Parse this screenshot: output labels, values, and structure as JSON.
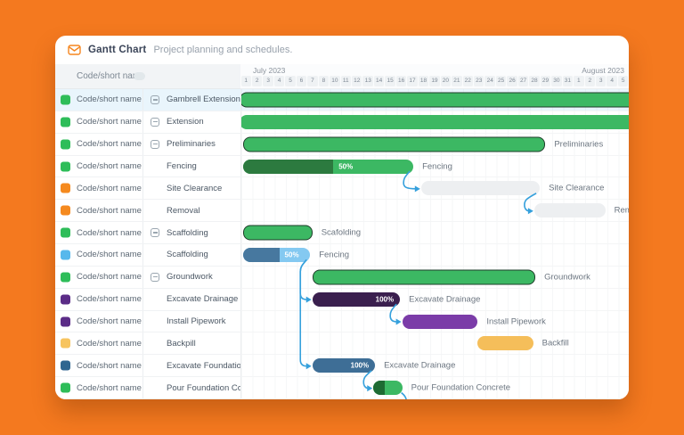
{
  "app": {
    "title": "Gantt Chart",
    "subtitle": "Project planning and schedules.",
    "icon": "envelope-icon"
  },
  "panel": {
    "column_header": "Code/short name",
    "code_label": "Code/short name"
  },
  "timeline": {
    "months": [
      "July 2023",
      "August 2023"
    ],
    "days": [
      "1",
      "2",
      "3",
      "4",
      "5",
      "6",
      "7",
      "8",
      "10",
      "11",
      "12",
      "13",
      "14",
      "15",
      "16",
      "17",
      "18",
      "19",
      "20",
      "21",
      "22",
      "23",
      "24",
      "25",
      "26",
      "27",
      "28",
      "29",
      "30",
      "31",
      "1",
      "2",
      "3",
      "4",
      "5"
    ]
  },
  "colors": {
    "background": "#F4791F",
    "connector": "#35A0DC",
    "summary_outline": "#1E3C29",
    "selected_row": "#E9F5FC"
  },
  "chart_data": {
    "type": "gantt",
    "total_columns": 35,
    "rows": [
      {
        "code_color": "#2EBD59",
        "task": "Gambrell Extension",
        "parent": true,
        "selected": true,
        "bar": {
          "start": -0.2,
          "end": 35.5,
          "fill": "#3CB863",
          "outline": true
        }
      },
      {
        "code_color": "#2EBD59",
        "task": "Extension",
        "parent": true,
        "bar": {
          "start": -0.2,
          "end": 35.5,
          "fill": "#3CB863"
        }
      },
      {
        "code_color": "#2EBD59",
        "task": "Preliminaries",
        "parent": true,
        "bar": {
          "start": 0.15,
          "end": 27.4,
          "fill": "#3CB863",
          "outline": true
        },
        "bar_label": "Preliminaries"
      },
      {
        "code_color": "#2EBD59",
        "task": "Fencing",
        "bar": {
          "start": 0.15,
          "end": 15.5,
          "fill": "#3CB863",
          "progress": {
            "frac": 0.53,
            "color": "#2C7A3F",
            "label": "50%"
          }
        },
        "bar_label": "Fencing"
      },
      {
        "code_color": "#F58A1F",
        "task": "Site Clearance",
        "bar": {
          "start": 16.2,
          "end": 26.9,
          "fill": "#EDEFF1"
        },
        "bar_label": "Site Clearance"
      },
      {
        "code_color": "#F58A1F",
        "task": "Removal",
        "bar": {
          "start": 26.4,
          "end": 32.8,
          "fill": "#EDEFF1"
        },
        "bar_label": "Removal"
      },
      {
        "code_color": "#2EBD59",
        "task": "Scaffolding",
        "parent": true,
        "bar": {
          "start": 0.15,
          "end": 6.4,
          "fill": "#3CB863",
          "outline": true
        },
        "bar_label": "Scafolding"
      },
      {
        "code_color": "#57B8EC",
        "task": "Scaffolding",
        "bar": {
          "start": 0.15,
          "end": 6.2,
          "fill": "#84C9F1",
          "progress": {
            "frac": 0.54,
            "color": "#47789F",
            "label": "50%"
          }
        },
        "bar_label": "Fencing"
      },
      {
        "code_color": "#2EBD59",
        "task": "Groundwork",
        "parent": true,
        "bar": {
          "start": 6.4,
          "end": 26.5,
          "fill": "#3CB863",
          "outline": true
        },
        "bar_label": "Groundwork"
      },
      {
        "code_color": "#5B2C87",
        "task": "Excavate Drainage",
        "bar": {
          "start": 6.4,
          "end": 14.3,
          "fill": "#3A1F4E",
          "progress_label_right": "100%"
        },
        "bar_label": "Excavate Drainage"
      },
      {
        "code_color": "#5B2C87",
        "task": "Install Pipework",
        "bar": {
          "start": 14.5,
          "end": 21.3,
          "fill": "#7B3CA8"
        },
        "bar_label": "Install Pipework"
      },
      {
        "code_color": "#F7C45F",
        "task": "Backpill",
        "bar": {
          "start": 21.3,
          "end": 26.3,
          "fill": "#F5BE5A"
        },
        "bar_label": "Backfill"
      },
      {
        "code_color": "#2F6690",
        "task": "Excavate Foundations",
        "bar": {
          "start": 6.4,
          "end": 12.05,
          "fill": "#3E6E96",
          "progress_label_right": "100%"
        },
        "bar_label": "Excavate Drainage"
      },
      {
        "code_color": "#2EBD59",
        "task": "Pour Foundation Concrete",
        "bar": {
          "start": 11.9,
          "end": 14.5,
          "fill": "#3CB863",
          "progress": {
            "frac": 0.38,
            "color": "#1E6B33"
          }
        },
        "bar_label": "Pour Foundation Concrete"
      }
    ],
    "dependencies": [
      {
        "from": 3,
        "to": 4
      },
      {
        "from": 4,
        "to": 5
      },
      {
        "from": 7,
        "to": 9
      },
      {
        "from": 7,
        "to": 12
      },
      {
        "from": 9,
        "to": 10
      },
      {
        "from": 12,
        "to": 13
      },
      {
        "from": 13,
        "to": null,
        "type": "exit"
      }
    ]
  }
}
